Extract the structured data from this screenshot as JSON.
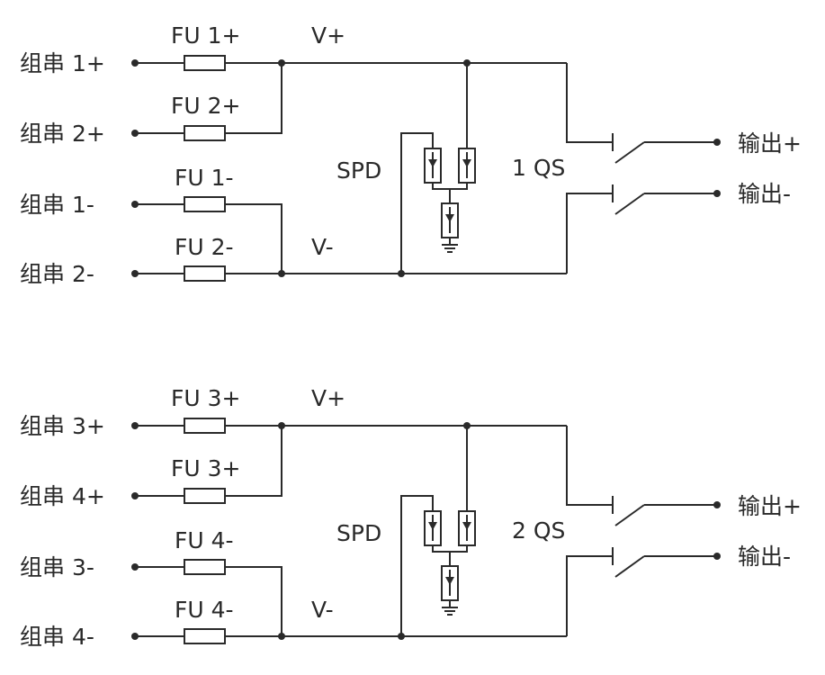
{
  "blocks": [
    {
      "inputs": [
        "组串 1+",
        "组串 2+",
        "组串 1-",
        "组串 2-"
      ],
      "fuses": [
        "FU 1+",
        "FU 2+",
        "FU 1-",
        "FU 2-"
      ],
      "vplus": "V+",
      "vminus": "V-",
      "spd": "SPD",
      "qs": "1 QS",
      "out_plus": "输出+",
      "out_minus": "输出-"
    },
    {
      "inputs": [
        "组串 3+",
        "组串 4+",
        "组串 3-",
        "组串 4-"
      ],
      "fuses": [
        "FU 3+",
        "FU 3+",
        "FU 4-",
        "FU 4-"
      ],
      "vplus": "V+",
      "vminus": "V-",
      "spd": "SPD",
      "qs": "2 QS",
      "out_plus": "输出+",
      "out_minus": "输出-"
    }
  ],
  "colors": {
    "line": "#2a2a2a",
    "background": "#ffffff"
  }
}
